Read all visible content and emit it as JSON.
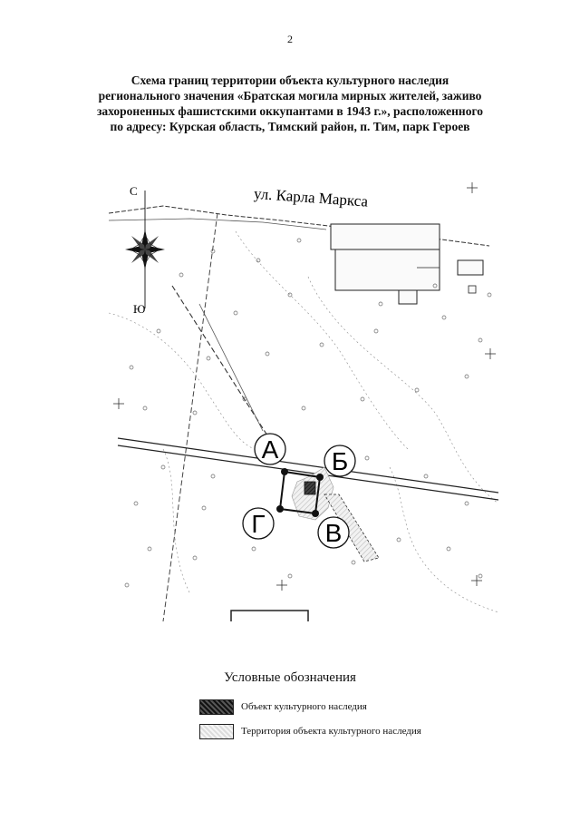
{
  "page": {
    "number": "2"
  },
  "title": {
    "lines": [
      "Схема границ территории объекта культурного наследия",
      "регионального значения «Братская могила мирных жителей, заживо",
      "захороненных фашистскими оккупантами в 1943 г.», расположенного",
      "по адресу: Курская область, Тимский район, п. Тим, парк Героев"
    ]
  },
  "map": {
    "street_label": "ул. Карла Маркса",
    "compass": {
      "north": "С",
      "south": "Ю"
    },
    "points": [
      "А",
      "Б",
      "В",
      "Г"
    ],
    "colors": {
      "line": "#222222",
      "object": "#333333",
      "territory": "#e6e6e6"
    }
  },
  "legend": {
    "title": "Условные обозначения",
    "items": [
      {
        "label": "Объект культурного наследия",
        "swatch": "object"
      },
      {
        "label": "Территория объекта культурного наследия",
        "swatch": "territory"
      }
    ]
  }
}
